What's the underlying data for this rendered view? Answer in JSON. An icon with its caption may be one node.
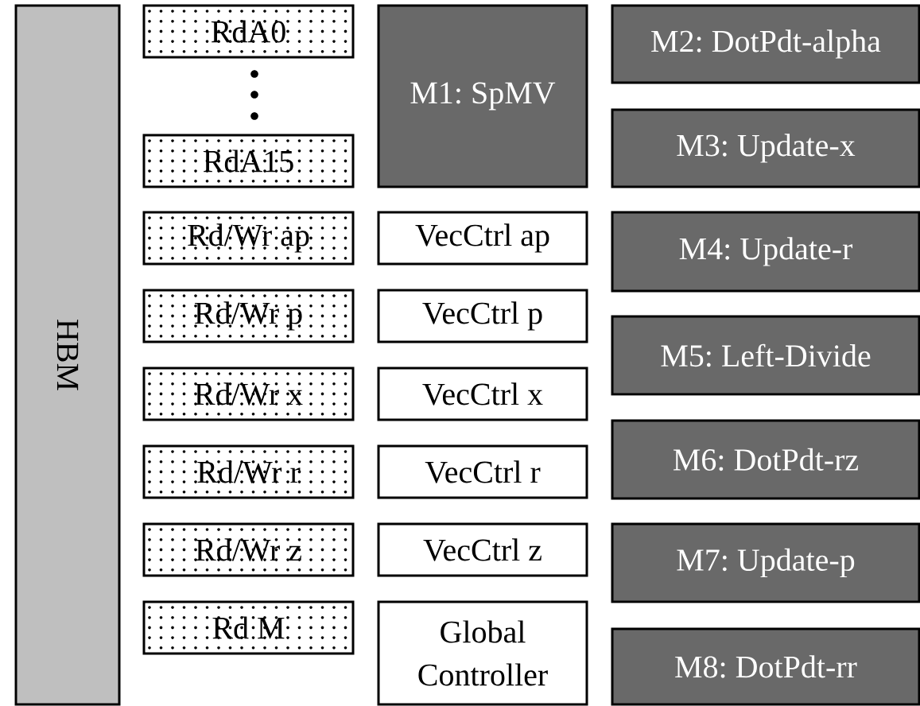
{
  "diagram": {
    "nodes": [
      {
        "text": [
          "HBM"
        ]
      },
      {
        "text": [
          "RdA0"
        ]
      },
      {
        "text": [
          "RdA15"
        ]
      },
      {
        "text": [
          "Rd/Wr ap"
        ]
      },
      {
        "text": [
          "Rd/Wr p"
        ]
      },
      {
        "text": [
          "Rd/Wr x"
        ]
      },
      {
        "text": [
          "Rd/Wr r"
        ]
      },
      {
        "text": [
          "Rd/Wr z"
        ]
      },
      {
        "text": [
          "Rd M"
        ]
      },
      {
        "text": [
          "M1: SpMV"
        ]
      },
      {
        "text": [
          "VecCtrl ap"
        ]
      },
      {
        "text": [
          "VecCtrl p"
        ]
      },
      {
        "text": [
          "VecCtrl x"
        ]
      },
      {
        "text": [
          "VecCtrl r"
        ]
      },
      {
        "text": [
          "VecCtrl z"
        ]
      },
      {
        "text": [
          "Global Controller"
        ]
      },
      {
        "text": [
          "M2: DotPdt-alpha"
        ]
      },
      {
        "text": [
          "M3: Update-x"
        ]
      },
      {
        "text": [
          "M4: Update-r"
        ]
      },
      {
        "text": [
          "M5: Left-Divide"
        ]
      },
      {
        "text": [
          "M6: DotPdt-rz"
        ]
      },
      {
        "text": [
          "M7: Update-p"
        ]
      },
      {
        "text": [
          "M8: DotPdt-rr"
        ]
      }
    ]
  }
}
